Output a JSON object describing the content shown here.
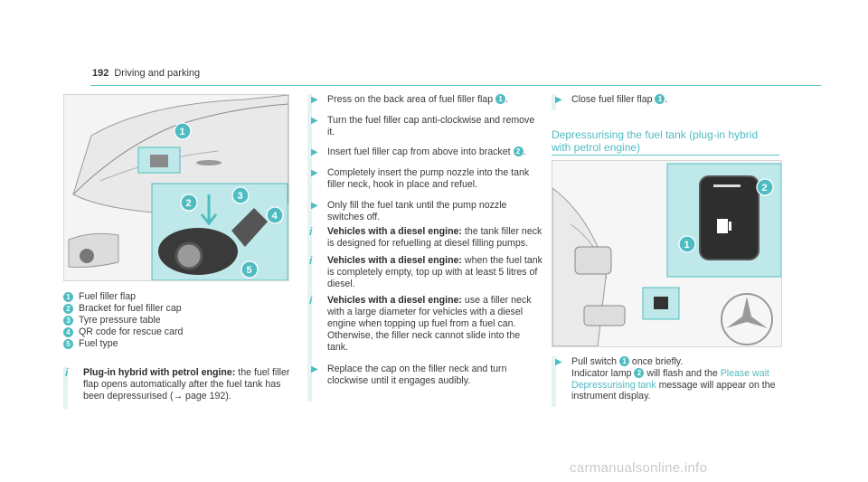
{
  "header": {
    "page_number": "192",
    "section": "Driving and parking"
  },
  "figure1": {
    "callouts": [
      "1",
      "2",
      "3",
      "4",
      "5"
    ]
  },
  "legend": [
    {
      "num": "1",
      "text": "Fuel filler flap"
    },
    {
      "num": "2",
      "text": "Bracket for fuel filler cap"
    },
    {
      "num": "3",
      "text": "Tyre pressure table"
    },
    {
      "num": "4",
      "text": "QR code for rescue card"
    },
    {
      "num": "5",
      "text": "Fuel type"
    }
  ],
  "note_plugin": {
    "label": "Plug-in hybrid with petrol engine:",
    "text": "the fuel filler flap opens automatically after the fuel tank has been depressurised (→ page 192)."
  },
  "steps_col2": [
    {
      "before": "Press on the back area of fuel filler flap ",
      "num": "1",
      "after": "."
    },
    {
      "before": "Turn the fuel filler cap anti-clockwise and remove it.",
      "num": "",
      "after": ""
    },
    {
      "before": "Insert fuel filler cap from above into bracket ",
      "num": "2",
      "after": "."
    },
    {
      "before": "Completely insert the pump nozzle into the tank filler neck, hook in place and refuel.",
      "num": "",
      "after": ""
    },
    {
      "before": "Only fill the fuel tank until the pump nozzle switches off.",
      "num": "",
      "after": ""
    }
  ],
  "notes_col2": [
    {
      "label": "Vehicles with a diesel engine:",
      "text": "the tank filler neck is designed for refuelling at diesel filling pumps."
    },
    {
      "label": "Vehicles with a diesel engine:",
      "text": "when the fuel tank is completely empty, top up with at least 5 litres of diesel."
    },
    {
      "label": "Vehicles with a diesel engine:",
      "text": "use a filler neck with a large diameter for vehicles with a diesel engine when topping up fuel from a fuel can. Otherwise, the filler neck cannot slide into the tank."
    }
  ],
  "step_replace": "Replace the cap on the filler neck and turn clockwise until it engages audibly.",
  "col3": {
    "step_close": {
      "before": "Close fuel filler flap ",
      "num": "1",
      "after": "."
    },
    "heading": "Depressurising the fuel tank (plug-in hybrid with petrol engine)",
    "step_pull": {
      "t1": "Pull switch ",
      "n1": "1",
      "t2": " once briefly.",
      "t3": "Indicator lamp ",
      "n2": "2",
      "t4": " will flash and the ",
      "msg": "Please wait Depressurising tank",
      "t5": " message will appear on the instrument display."
    }
  },
  "figure2": {
    "callouts": [
      "1",
      "2"
    ]
  },
  "watermark": "carmanualsonline.info",
  "colors": {
    "accent": "#4fbcc2",
    "highlight_panel": "#bfe8ea"
  }
}
